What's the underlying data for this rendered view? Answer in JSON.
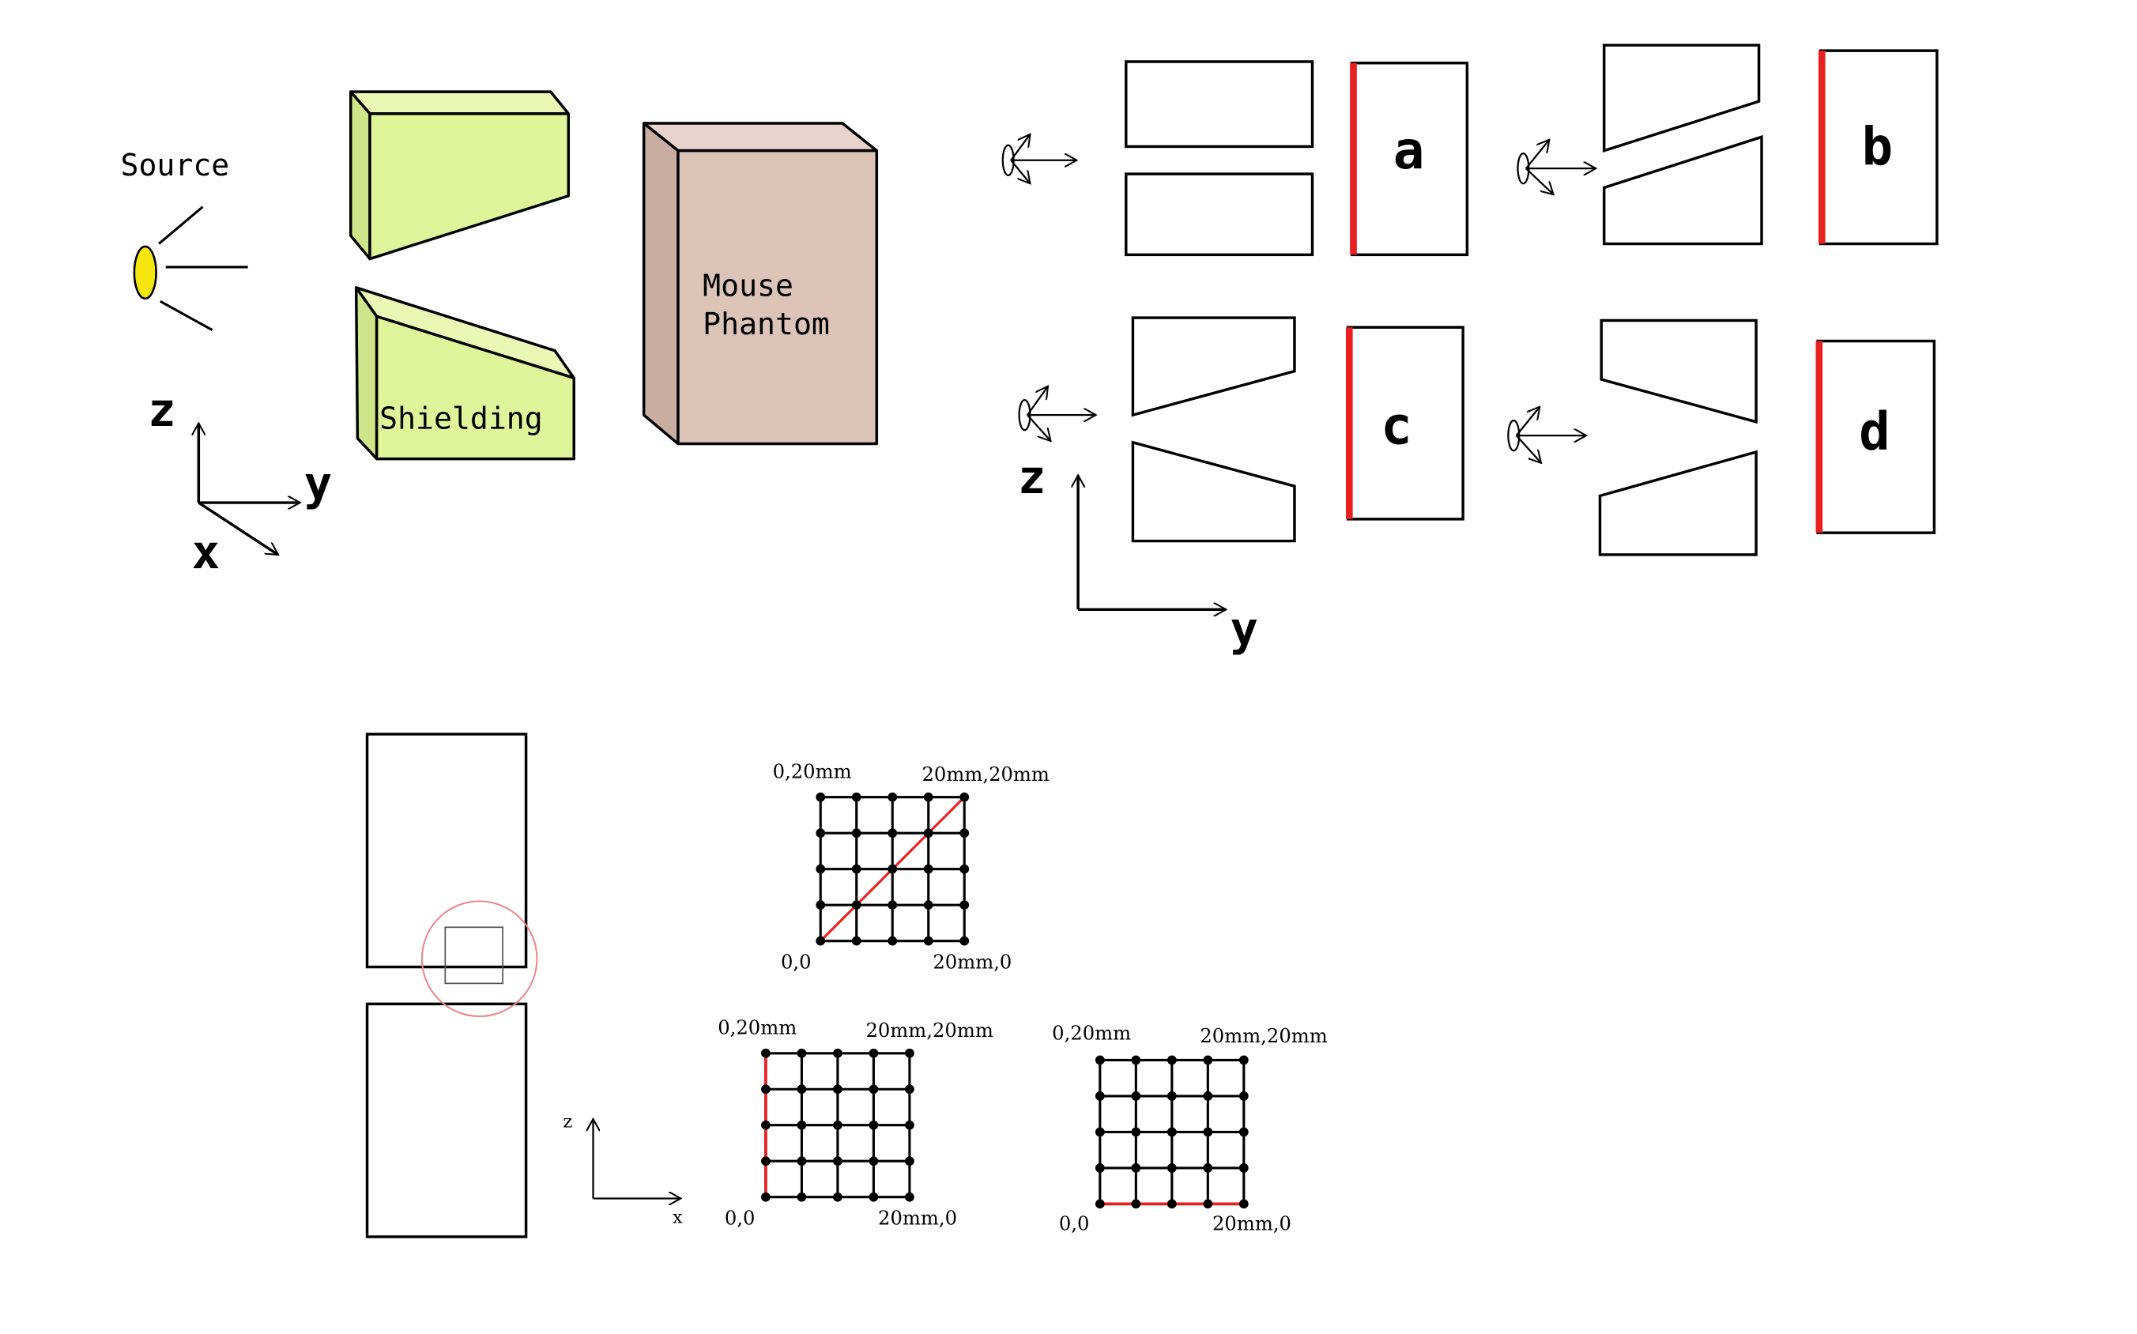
{
  "labels": {
    "source": "Source",
    "shielding": "Shielding",
    "mouse_line1": "Mouse",
    "mouse_line2": "Phantom",
    "axis_z": "z",
    "axis_y": "y",
    "axis_x": "x"
  },
  "configs": [
    {
      "id": "a",
      "label": "a"
    },
    {
      "id": "b",
      "label": "b"
    },
    {
      "id": "c",
      "label": "c"
    },
    {
      "id": "d",
      "label": "d"
    }
  ],
  "grids": [
    {
      "id": "diagonal",
      "top_left": "0,20mm",
      "top_right": "20mm,20mm",
      "bottom_left": "0,0",
      "bottom_right": "20mm,0",
      "highlight": "diagonal"
    },
    {
      "id": "left-edge",
      "top_left": "0,20mm",
      "top_right": "20mm,20mm",
      "bottom_left": "0,0",
      "bottom_right": "20mm,0",
      "highlight": "left"
    },
    {
      "id": "bottom-edge",
      "top_left": "0,20mm",
      "top_right": "20mm,20mm",
      "bottom_left": "0,0",
      "bottom_right": "20mm,0",
      "highlight": "bottom"
    }
  ],
  "small_axes": {
    "z": "z",
    "x": "x"
  },
  "colors": {
    "shielding_fill": "#dff59a",
    "phantom_fill": "#dcc4b8",
    "source_fill": "#f5e60f",
    "detector_edge": "#e82020",
    "zoom_circle": "#e88a8a"
  }
}
